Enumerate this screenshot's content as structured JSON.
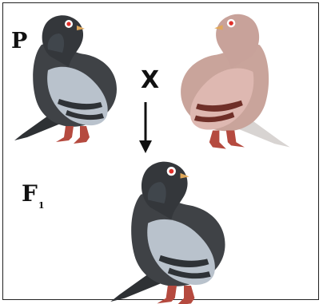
{
  "labels": {
    "parental_generation": "P",
    "filial_generation": "F",
    "filial_generation_subscript": "1",
    "cross_symbol": "X"
  },
  "colors": {
    "dark_pigeon_body": "#3f4246",
    "dark_pigeon_wing": "#b9c2cc",
    "ash_red_pigeon_body": "#c9a49b",
    "ash_red_pigeon_wing": "#deb8b1",
    "wing_bars_dark": "#2e3236",
    "wing_bars_red": "#6f2f28",
    "legs": "#b54a3f",
    "beak": "#e0a85a",
    "eye_ring": "#ffffff",
    "eye": "#e0302a"
  },
  "icons": {
    "arrow": "down-arrow-icon",
    "left_parent": "dark-pigeon-icon",
    "right_parent": "ash-red-pigeon-icon",
    "offspring": "dark-pigeon-icon"
  }
}
